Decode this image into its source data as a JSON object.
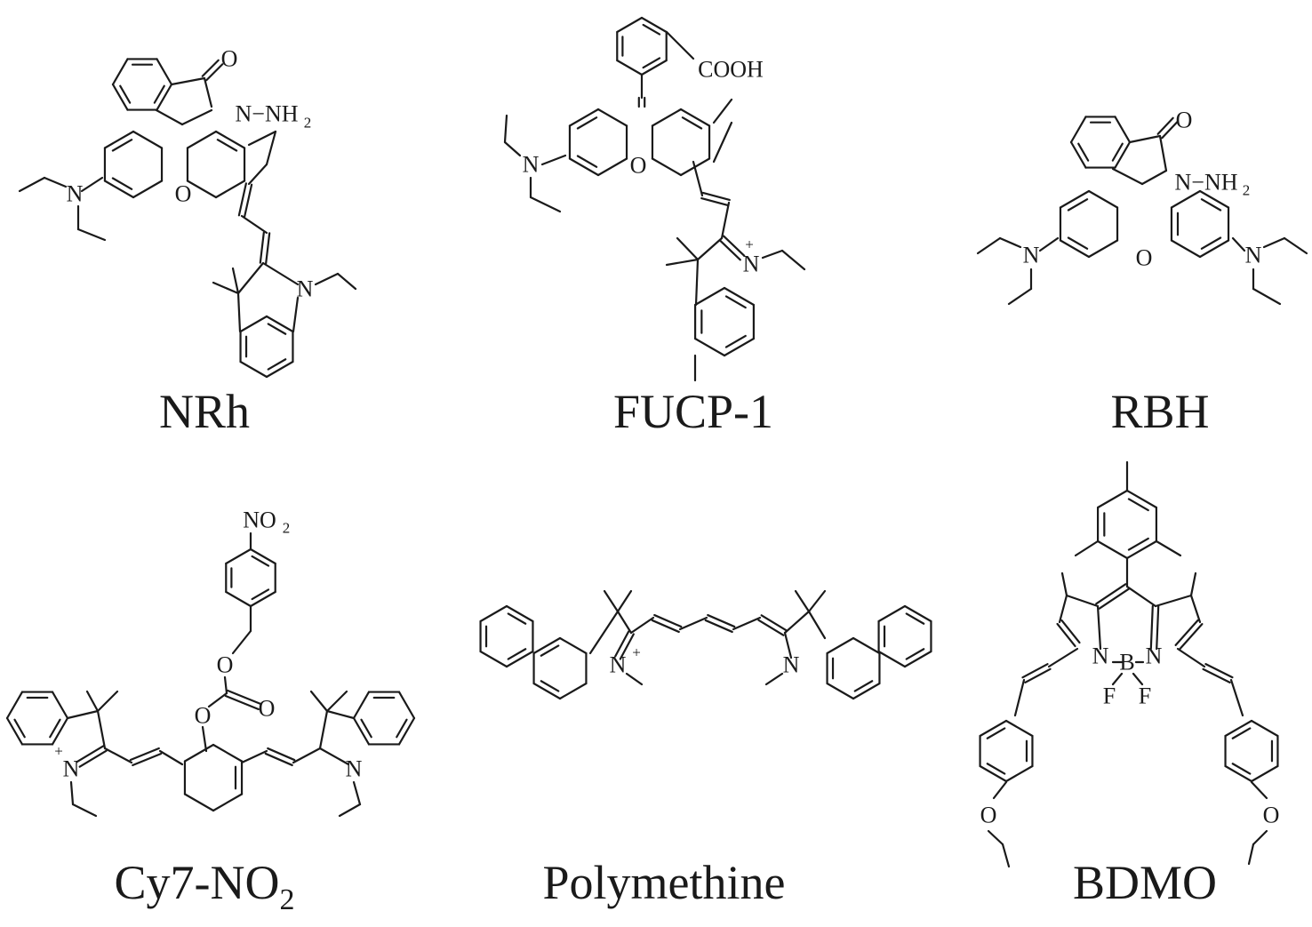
{
  "compounds": [
    {
      "label": "NRh"
    },
    {
      "label": "FUCP-1"
    },
    {
      "label": "RBH"
    },
    {
      "label": "Cy7-NO",
      "label_sub": "2"
    },
    {
      "label": "Polymethine"
    },
    {
      "label": "BDMO"
    }
  ],
  "atoms": {
    "carbonyl_o": "O",
    "ring_o": "O",
    "n": "N",
    "n_plus": "N",
    "plus": "+",
    "nh2": "N−NH",
    "two": "2",
    "cooh": "COOH",
    "iodo": "I",
    "no": "NO",
    "b": "B",
    "f": "F"
  }
}
